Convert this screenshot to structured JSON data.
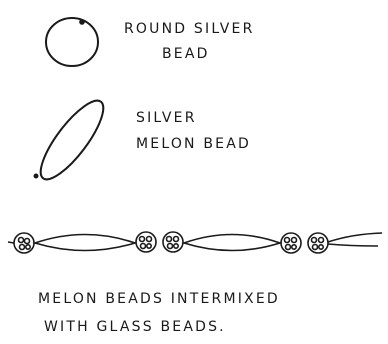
{
  "labels": {
    "round_bead": [
      "ROUND SILVER",
      "BEAD"
    ],
    "melon_bead": [
      "SILVER",
      "MELON BEAD"
    ],
    "caption": [
      "MELON BEADS INTERMIXED",
      "WITH GLASS BEADS."
    ]
  },
  "colors": {
    "ink": "#1a1a1a",
    "paper": "#ffffff"
  }
}
